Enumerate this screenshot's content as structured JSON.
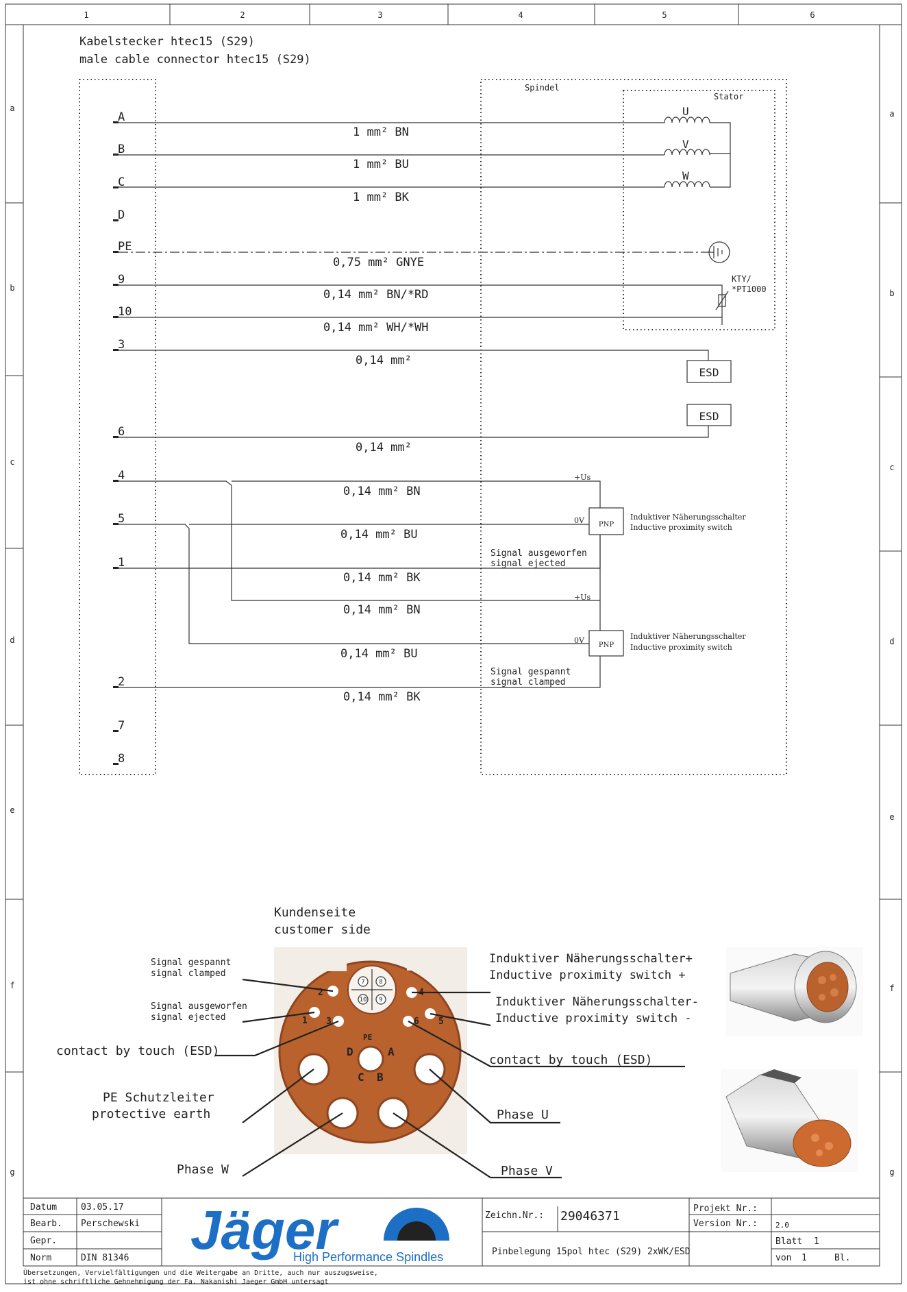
{
  "frame": {
    "columns": [
      "1",
      "2",
      "3",
      "4",
      "5",
      "6"
    ],
    "rows": [
      "a",
      "b",
      "c",
      "d",
      "e",
      "f",
      "g"
    ]
  },
  "header": {
    "title_de": "Kabelstecker htec15 (S29)",
    "title_en": "male cable connector htec15 (S29)"
  },
  "boxes": {
    "spindel": "Spindel",
    "stator": "Stator"
  },
  "pins": [
    "A",
    "B",
    "C",
    "D",
    "PE",
    "9",
    "10",
    "3",
    "6",
    "4",
    "5",
    "1",
    "2",
    "7",
    "8"
  ],
  "wires": [
    {
      "label": "1 mm² BN"
    },
    {
      "label": "1 mm² BU"
    },
    {
      "label": "1 mm² BK"
    },
    {
      "label": "0,75 mm² GNYE"
    },
    {
      "label": "0,14 mm² BN/*RD"
    },
    {
      "label": "0,14 mm² WH/*WH"
    },
    {
      "label": "0,14 mm²"
    },
    {
      "label": "0,14 mm²"
    },
    {
      "label": "0,14 mm² BN"
    },
    {
      "label": "0,14 mm² BU"
    },
    {
      "label": "0,14 mm² BK"
    },
    {
      "label": "0,14 mm² BN"
    },
    {
      "label": "0,14 mm² BU"
    },
    {
      "label": "0,14 mm² BK"
    }
  ],
  "coils": [
    "U",
    "V",
    "W"
  ],
  "sensor_label": [
    "KTY/",
    "*PT1000"
  ],
  "esd_label": "ESD",
  "switch": {
    "plus": "+Us",
    "zero": "0V",
    "pnp": "PNP",
    "name_de": "Induktiver Näherungsschalter",
    "name_en": "Inductive proximity switch"
  },
  "signals": {
    "ejected_de": "Signal ausgeworfen",
    "ejected_en": "signal ejected",
    "clamped_de": "Signal gespannt",
    "clamped_en": "signal clamped"
  },
  "face": {
    "heading_de": "Kundenseite",
    "heading_en": "customer side",
    "left": {
      "clamped_de": "Signal gespannt",
      "clamped_en": "signal clamped",
      "ejected_de": "Signal ausgeworfen",
      "ejected_en": "signal ejected",
      "esd": "contact by touch (ESD)",
      "pe_de": "PE Schutzleiter",
      "pe_en": "protective earth",
      "phase_w": "Phase W"
    },
    "right": {
      "sw_plus_de": "Induktiver Näherungsschalter+",
      "sw_plus_en": "Inductive proximity switch +",
      "sw_minus_de": "Induktiver Näherungsschalter-",
      "sw_minus_en": "Inductive proximity switch -",
      "esd": "contact by touch (ESD)",
      "phase_u": "Phase U",
      "phase_v": "Phase V"
    },
    "pin_marks": [
      "7",
      "8",
      "10",
      "9",
      "2",
      "4",
      "1",
      "3",
      "6",
      "5",
      "D",
      "A",
      "C",
      "B",
      "PE"
    ]
  },
  "title_block": {
    "datum_label": "Datum",
    "datum": "03.05.17",
    "bearb_label": "Bearb.",
    "bearb": "Perschewski",
    "gepr_label": "Gepr.",
    "gepr": "",
    "norm_label": "Norm",
    "norm": "DIN 81346",
    "zeichn_label": "Zeichn.Nr.:",
    "zeichn": "29046371",
    "projekt_label": "Projekt Nr.:",
    "projekt": "",
    "version_label": "Version Nr.:",
    "version": "2.0",
    "blatt_label": "Blatt",
    "blatt": "1",
    "von_label": "von",
    "von": "1",
    "bl_label": "Bl.",
    "description": "Pinbelegung 15pol htec (S29) 2xWK/ESD",
    "logo_text": "Jäger",
    "logo_tagline": "High Performance Spindles",
    "logo_color": "#1c6fc4"
  },
  "footer": {
    "line1": "Übersetzungen, Vervielfältigungen und die Weitergabe an Dritte, auch nur auszugsweise,",
    "line2": "ist ohne schriftliche Gehnehmigung der Fa. Nakanishi Jaeger GmbH untersagt"
  },
  "colors": {
    "connector": "#b9622e",
    "connector_dark": "#8e4520"
  }
}
